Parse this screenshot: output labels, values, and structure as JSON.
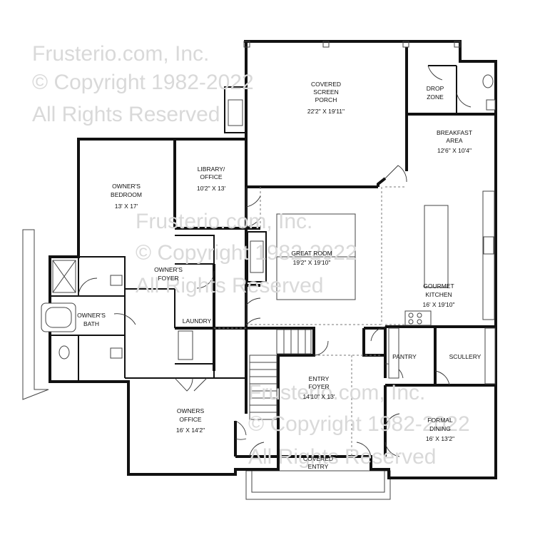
{
  "watermarks": [
    {
      "line1": "Frusterio.com, Inc.",
      "line2": "© Copyright 1982-2022",
      "line3": "All Rights Reserved"
    },
    {
      "line1": "Frusterio.com, Inc.",
      "line2": "© Copyright 1982-2022",
      "line3": "All Rights Reserved"
    },
    {
      "line1": "Frusterio.com, Inc.",
      "line2": "© Copyright 1982-2022",
      "line3": "All Rights Reserved"
    }
  ],
  "rooms": {
    "porch": {
      "l1": "COVERED",
      "l2": "SCREEN",
      "l3": "PORCH",
      "dim": "22'2\" X 19'11\""
    },
    "drop": {
      "l1": "DROP",
      "l2": "ZONE"
    },
    "breakfast": {
      "l1": "BREAKFAST",
      "l2": "AREA",
      "dim": "12'6\" X 10'4\""
    },
    "library": {
      "l1": "LIBRARY/",
      "l2": "OFFICE",
      "dim": "10'2\" X 13'"
    },
    "owners_bedroom": {
      "l1": "OWNER'S",
      "l2": "BEDROOM",
      "dim": "13' X 17'"
    },
    "great_room": {
      "l1": "GREAT ROOM",
      "dim": "19'2\" X 19'10\""
    },
    "owners_foyer": {
      "l1": "OWNER'S",
      "l2": "FOYER"
    },
    "gourmet_kitchen": {
      "l1": "GOURMET",
      "l2": "KITCHEN",
      "dim": "16' X 19'10\""
    },
    "owners_bath": {
      "l1": "OWNER'S",
      "l2": "BATH"
    },
    "laundry": {
      "l1": "LAUNDRY"
    },
    "pantry": {
      "l1": "PANTRY"
    },
    "scullery": {
      "l1": "SCULLERY"
    },
    "entry_foyer": {
      "l1": "ENTRY",
      "l2": "FOYER",
      "dim": "14'10\" X 13'"
    },
    "owners_office": {
      "l1": "OWNERS",
      "l2": "OFFICE",
      "dim": "16' X 14'2\""
    },
    "formal_dining": {
      "l1": "FORMAL",
      "l2": "DINING",
      "dim": "16' X 13'2\""
    },
    "covered_entry": {
      "l1": "COVERED",
      "l2": "ENTRY"
    }
  }
}
